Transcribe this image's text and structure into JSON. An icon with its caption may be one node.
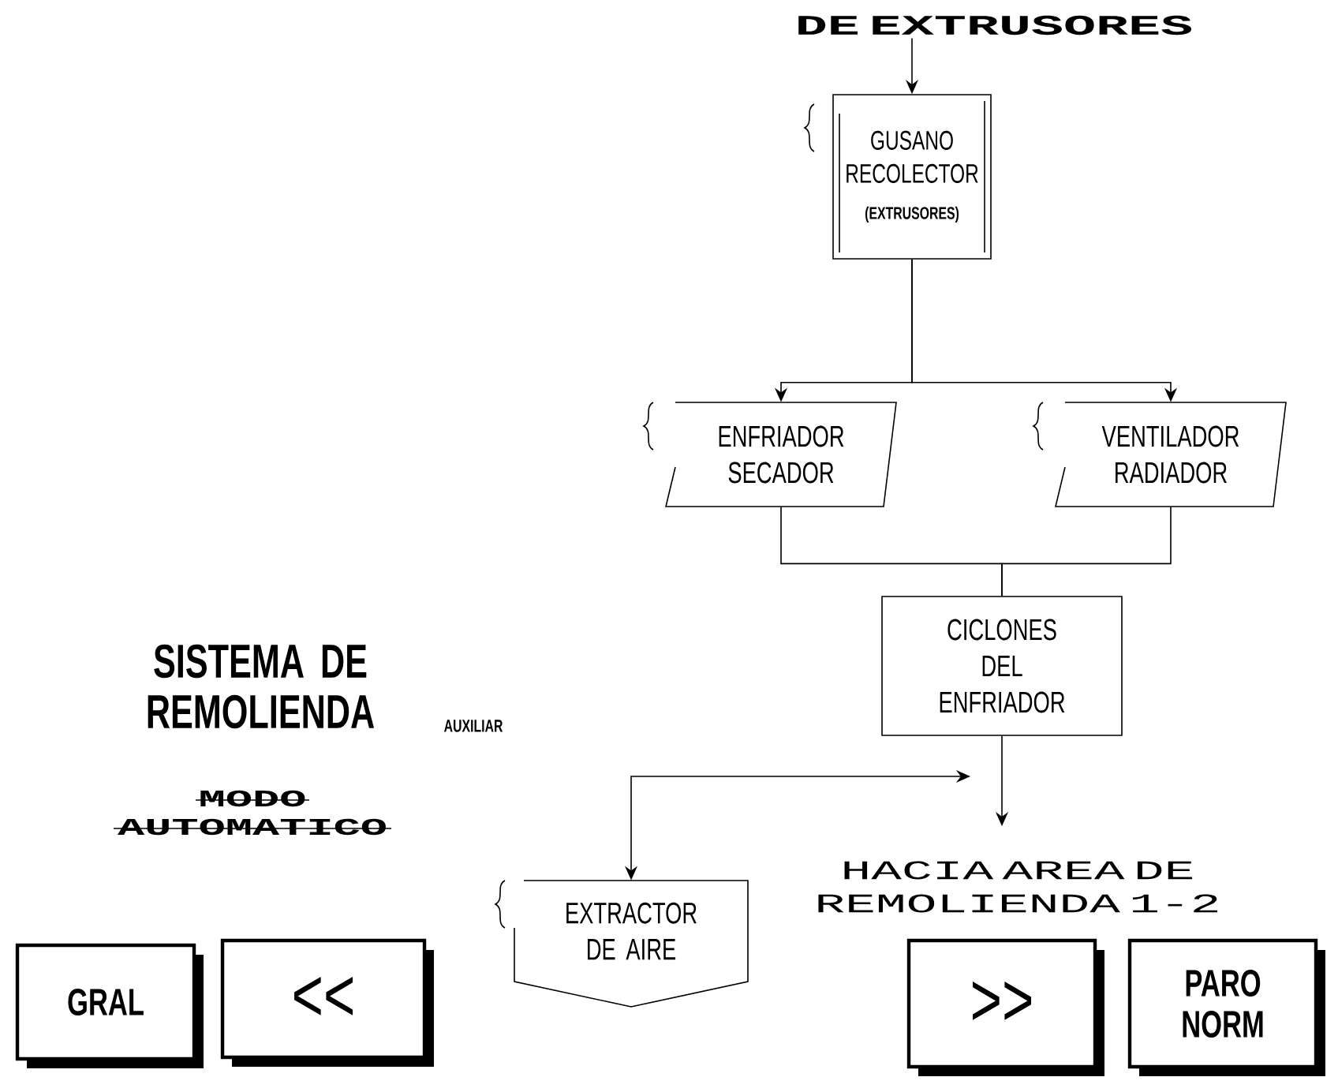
{
  "diagram": {
    "nodes": [
      {
        "text": [
          "DE EXTRUSORES"
        ]
      },
      {
        "text": [
          "GUSANO RECOLECTOR",
          "(EXTRUSORES)"
        ]
      },
      {
        "text": [
          "ENFRIADOR SECADOR"
        ]
      },
      {
        "text": [
          "VENTILADOR RADIADOR"
        ]
      },
      {
        "text": [
          "CICLONES DEL ENFRIADOR"
        ]
      },
      {
        "text": [
          "EXTRACTOR DE AIRE"
        ]
      },
      {
        "text": [
          "HACIA AREA DE REMOLIENDA 1-2"
        ]
      },
      {
        "text": [
          "GRAL"
        ]
      },
      {
        "text": [
          "<<"
        ]
      },
      {
        "text": [
          ">>"
        ]
      },
      {
        "text": [
          "PARO NORM"
        ]
      }
    ],
    "edges": [
      {
        "from": 0,
        "to": 1,
        "arrow": "to"
      },
      {
        "from": 1,
        "to": 2,
        "arrow": "to"
      },
      {
        "from": 1,
        "to": 3,
        "arrow": "to"
      },
      {
        "from": 2,
        "to": 4,
        "arrow": "none"
      },
      {
        "from": 3,
        "to": 4,
        "arrow": "none"
      },
      {
        "from": 4,
        "to": 6,
        "arrow": "to"
      },
      {
        "from": 5,
        "to": null,
        "arrow": "both"
      }
    ],
    "labels": [
      "SISTEMA DE REMOLIENDA",
      "AUXILIAR",
      "MODO AUTOMATICO"
    ]
  }
}
